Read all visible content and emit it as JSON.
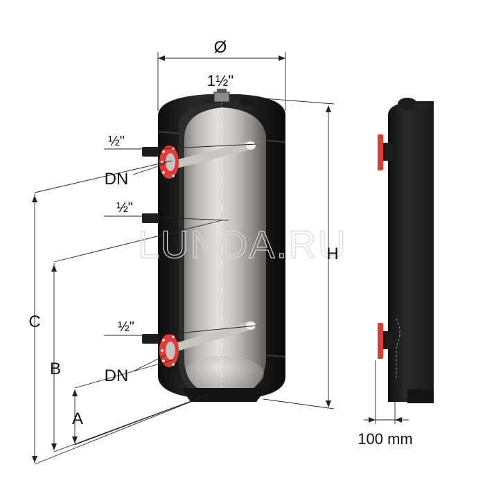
{
  "labels": {
    "diameter": "Ø",
    "top_connection": "1½\"",
    "upper_sensor": "½\"",
    "upper_flange": "DN",
    "middle_sensor": "½\"",
    "lower_sensor": "½\"",
    "lower_flange": "DN",
    "height": "H",
    "dim_c": "C",
    "dim_b": "B",
    "dim_a": "A",
    "side_clearance": "100 mm"
  },
  "watermark": "LUNDA.RU",
  "colors": {
    "insulation": "#1c1c1c",
    "steel_light": "#d9d6d2",
    "steel_dark": "#6d6a67",
    "flange_red": "#e03a35",
    "dimension_line": "#222222"
  }
}
